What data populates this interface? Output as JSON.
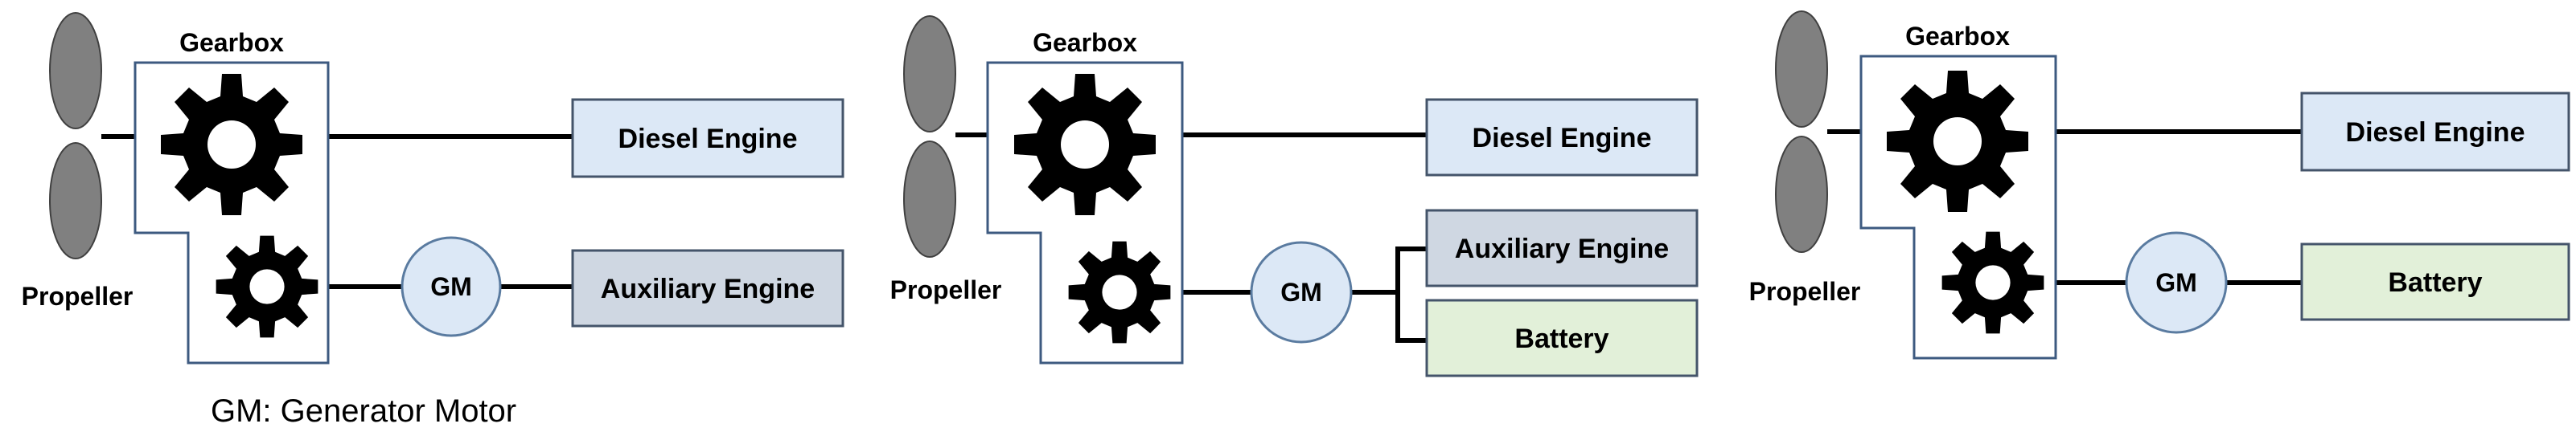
{
  "colors": {
    "line": "#000000",
    "gearbox_outline": "#3d5a80",
    "propeller_fill": "#808080",
    "diesel_fill": "#dce8f6",
    "aux_fill": "#cfd7e2",
    "battery_fill": "#e2f0d9",
    "gm_fill": "#dce8f6",
    "box_outline": "#44546a"
  },
  "icons": [
    "propeller-icon",
    "gear-icon"
  ],
  "configs": [
    {
      "gearbox_label": "Gearbox",
      "propeller_label": "Propeller",
      "gm_label": "GM",
      "diesel_label": "Diesel Engine",
      "aux_label": "Auxiliary Engine"
    },
    {
      "gearbox_label": "Gearbox",
      "propeller_label": "Propeller",
      "gm_label": "GM",
      "diesel_label": "Diesel Engine",
      "aux_label": "Auxiliary Engine",
      "battery_label": "Battery"
    },
    {
      "gearbox_label": "Gearbox",
      "propeller_label": "Propeller",
      "gm_label": "GM",
      "diesel_label": "Diesel Engine",
      "battery_label": "Battery"
    }
  ],
  "legend": "GM: Generator Motor"
}
